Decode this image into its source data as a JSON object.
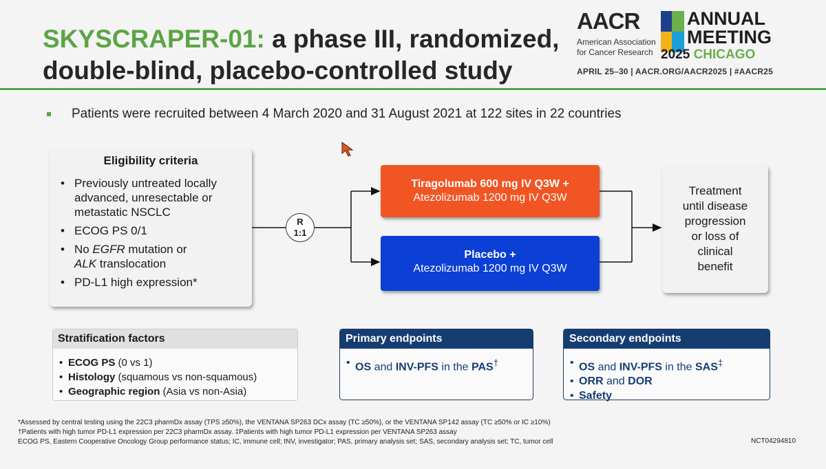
{
  "header": {
    "title_green": "SKYSCRAPER-01:",
    "title_rest": " a phase III, randomized, double-blind, placebo-controlled study"
  },
  "logo": {
    "aacr": "AACR",
    "org_line1": "American Association",
    "org_line2": "for Cancer Research",
    "annual": "ANNUAL",
    "meeting": "MEETING",
    "year": "2025",
    "city": "CHICAGO",
    "dateline": "APRIL 25–30 | AACR.ORG/AACR2025 | #AACR25"
  },
  "bullet": "Patients were recruited between 4 March 2020 and 31 August 2021 at 122 sites in 22 countries",
  "eligibility": {
    "title": "Eligibility criteria",
    "item1": "Previously untreated locally advanced, unresectable or metastatic NSCLC",
    "item2": "ECOG PS 0/1",
    "item3_a": "No ",
    "item3_b": "EGFR",
    "item3_c": " mutation or",
    "item3_d": "ALK",
    "item3_e": " translocation",
    "item4": "PD-L1 high expression*"
  },
  "randomization": {
    "line1": "R",
    "line2": "1:1"
  },
  "arm1": {
    "line1": "Tiragolumab 600 mg IV Q3W +",
    "line2": "Atezolizumab 1200 mg IV Q3W"
  },
  "arm2": {
    "line1": "Placebo +",
    "line2": "Atezolizumab 1200 mg IV Q3W"
  },
  "treatment": {
    "l1": "Treatment",
    "l2": "until disease",
    "l3": "progression",
    "l4": "or loss of",
    "l5": "clinical",
    "l6": "benefit"
  },
  "stratification": {
    "title": "Stratification factors",
    "i1_b": "ECOG PS",
    "i1_r": " (0 vs 1)",
    "i2_b": "Histology",
    "i2_r": " (squamous vs non-squamous)",
    "i3_b": "Geographic region",
    "i3_r": " (Asia vs non-Asia)"
  },
  "primary": {
    "title": "Primary endpoints",
    "a": "OS",
    "b": " and ",
    "c": "INV-PFS",
    "d": " in the ",
    "e": "PAS",
    "f": "†"
  },
  "secondary": {
    "title": "Secondary endpoints",
    "a": "OS",
    "b": " and ",
    "c": "INV-PFS",
    "d": " in the ",
    "e": "SAS",
    "f": "‡",
    "i2a": "ORR",
    "i2b": " and ",
    "i2c": "DOR",
    "i3": "Safety"
  },
  "footnotes": {
    "f1": "*Assessed by central testing using the 22C3 pharmDx assay (TPS ≥50%), the VENTANA SP263 DCx assay (TC ≥50%), or the VENTANA SP142 assay (TC ≥50% or IC ≥10%)",
    "f2": "†Patients with high tumor PD-L1 expression per 22C3 pharmDx assay. ‡Patients with high tumor PD-L1 expression per VENTANA SP263 assay",
    "f3": "ECOG PS, Eastern Cooperative Oncology Group performance status; IC, immune cell; INV, investigator; PAS, primary analysis set; SAS, secondary analysis set; TC, tumor cell",
    "nct": "NCT04294810"
  },
  "colors": {
    "green": "#5aa544",
    "orange": "#f05523",
    "blue": "#0b3fd6",
    "navy": "#163d72"
  }
}
